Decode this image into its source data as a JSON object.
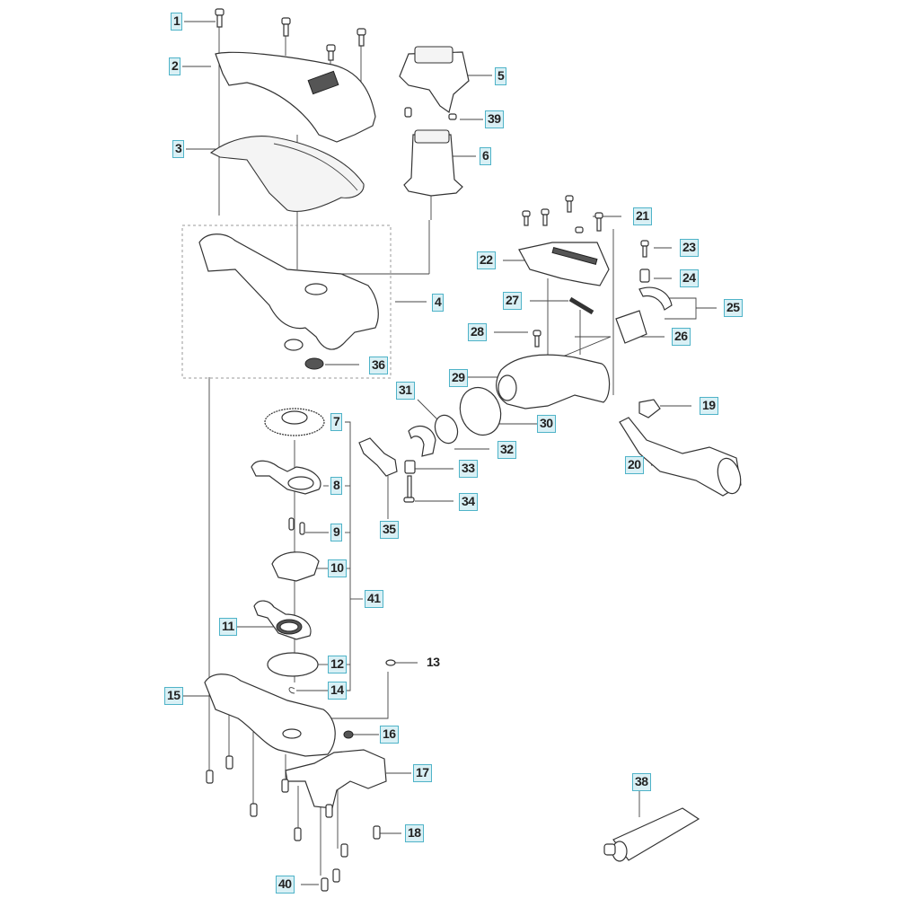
{
  "title": "Exploded parts diagram",
  "label_style": {
    "border_color": "#4fb3c8",
    "fill_color": "#d9f0f5",
    "text_color": "#222222"
  },
  "labels": [
    {
      "id": "1",
      "text": "1",
      "boxed": true
    },
    {
      "id": "2",
      "text": "2",
      "boxed": true
    },
    {
      "id": "3",
      "text": "3",
      "boxed": true
    },
    {
      "id": "4",
      "text": "4",
      "boxed": true
    },
    {
      "id": "5",
      "text": "5",
      "boxed": true
    },
    {
      "id": "6",
      "text": "6",
      "boxed": true
    },
    {
      "id": "7",
      "text": "7",
      "boxed": true
    },
    {
      "id": "8",
      "text": "8",
      "boxed": true
    },
    {
      "id": "9",
      "text": "9",
      "boxed": true
    },
    {
      "id": "10",
      "text": "10",
      "boxed": true
    },
    {
      "id": "11",
      "text": "11",
      "boxed": true
    },
    {
      "id": "12",
      "text": "12",
      "boxed": true
    },
    {
      "id": "13",
      "text": "13",
      "boxed": false
    },
    {
      "id": "14",
      "text": "14",
      "boxed": true
    },
    {
      "id": "15",
      "text": "15",
      "boxed": true
    },
    {
      "id": "16",
      "text": "16",
      "boxed": true
    },
    {
      "id": "17",
      "text": "17",
      "boxed": true
    },
    {
      "id": "18",
      "text": "18",
      "boxed": true
    },
    {
      "id": "19",
      "text": "19",
      "boxed": true
    },
    {
      "id": "20",
      "text": "20",
      "boxed": true
    },
    {
      "id": "21",
      "text": "21",
      "boxed": true
    },
    {
      "id": "22",
      "text": "22",
      "boxed": true
    },
    {
      "id": "23",
      "text": "23",
      "boxed": true
    },
    {
      "id": "24",
      "text": "24",
      "boxed": true
    },
    {
      "id": "25",
      "text": "25",
      "boxed": true
    },
    {
      "id": "26",
      "text": "26",
      "boxed": true
    },
    {
      "id": "27",
      "text": "27",
      "boxed": true
    },
    {
      "id": "28",
      "text": "28",
      "boxed": true
    },
    {
      "id": "29",
      "text": "29",
      "boxed": true
    },
    {
      "id": "30",
      "text": "30",
      "boxed": true
    },
    {
      "id": "31",
      "text": "31",
      "boxed": true
    },
    {
      "id": "32",
      "text": "32",
      "boxed": true
    },
    {
      "id": "33",
      "text": "33",
      "boxed": true
    },
    {
      "id": "34",
      "text": "34",
      "boxed": true
    },
    {
      "id": "35",
      "text": "35",
      "boxed": true
    },
    {
      "id": "36",
      "text": "36",
      "boxed": true
    },
    {
      "id": "38",
      "text": "38",
      "boxed": true
    },
    {
      "id": "39",
      "text": "39",
      "boxed": true
    },
    {
      "id": "40",
      "text": "40",
      "boxed": true
    },
    {
      "id": "41",
      "text": "41",
      "boxed": true
    }
  ],
  "parts": {
    "1": "screw",
    "2": "top-handle-cover",
    "3": "handle-insert",
    "4": "upper-gear-housing",
    "5": "motor-cover",
    "6": "motor",
    "7": "gear-wheel",
    "8": "upper-crank-arm",
    "9": "pins",
    "10": "eccentric-cam",
    "11": "lower-crank-arm",
    "12": "washer-plate",
    "13": "retaining-ring",
    "14": "circlip",
    "15": "lower-gear-housing",
    "16": "nut",
    "17": "blade-clamp-bracket",
    "18": "screw",
    "19": "trigger-switch",
    "20": "rear-handle-tube",
    "21": "screws",
    "22": "handle-top-cover",
    "23": "screw",
    "24": "spring",
    "25": "clamp",
    "26": "bushing",
    "27": "spring-rod",
    "28": "screw",
    "29": "handle-housing",
    "30": "clamp-band",
    "31": "sleeve",
    "32": "clamp-ring",
    "33": "spring",
    "34": "screw",
    "35": "lever",
    "36": "bearing",
    "38": "grease-tube",
    "39": "screw",
    "40": "screws",
    "41": "gear-assembly"
  }
}
